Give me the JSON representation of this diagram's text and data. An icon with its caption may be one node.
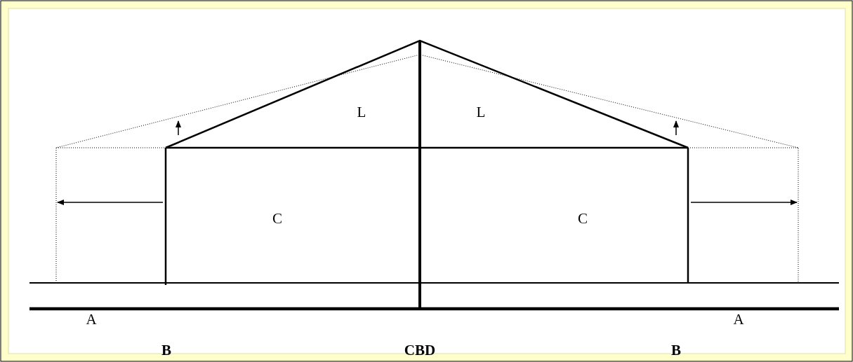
{
  "diagram": {
    "labels": [
      "L",
      "L",
      "C",
      "C",
      "A",
      "A",
      "B",
      "CBD",
      "B"
    ]
  }
}
